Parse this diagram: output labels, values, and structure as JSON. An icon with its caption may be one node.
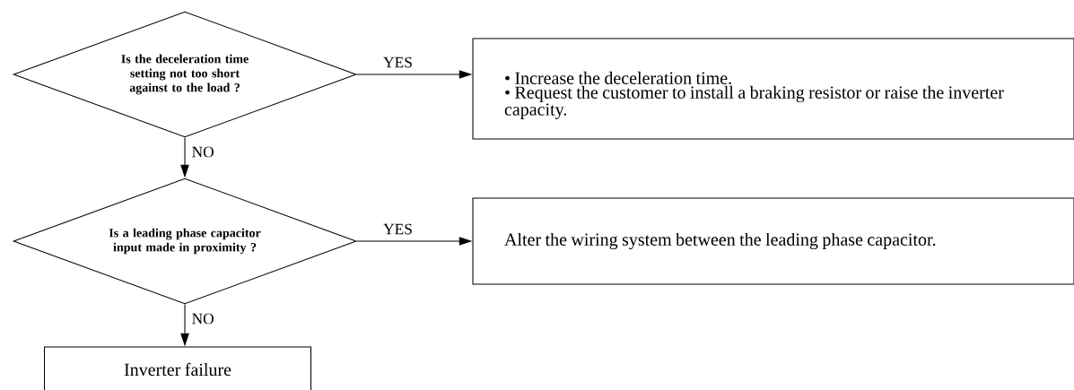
{
  "diagram": {
    "nodes": [
      {
        "text": [
          "Is the deceleration time setting not too short against to the load ?"
        ]
      },
      {
        "text": [
          "• Increase the deceleration time.",
          "• Request the customer to install a braking resistor or raise the inverter capacity."
        ]
      },
      {
        "text": [
          "Is a leading phase capacitor input made in proximity ?"
        ]
      },
      {
        "text": [
          "Alter the wiring system between the leading phase capacitor."
        ]
      },
      {
        "text": [
          "Inverter failure"
        ]
      }
    ],
    "edges": [
      {
        "from": 0,
        "to": 1,
        "arrow": "to",
        "label": "YES"
      },
      {
        "from": 0,
        "to": 2,
        "arrow": "to",
        "label": "NO"
      },
      {
        "from": 2,
        "to": 3,
        "arrow": "to",
        "label": "YES"
      },
      {
        "from": 2,
        "to": 4,
        "arrow": "to",
        "label": "NO"
      }
    ]
  }
}
